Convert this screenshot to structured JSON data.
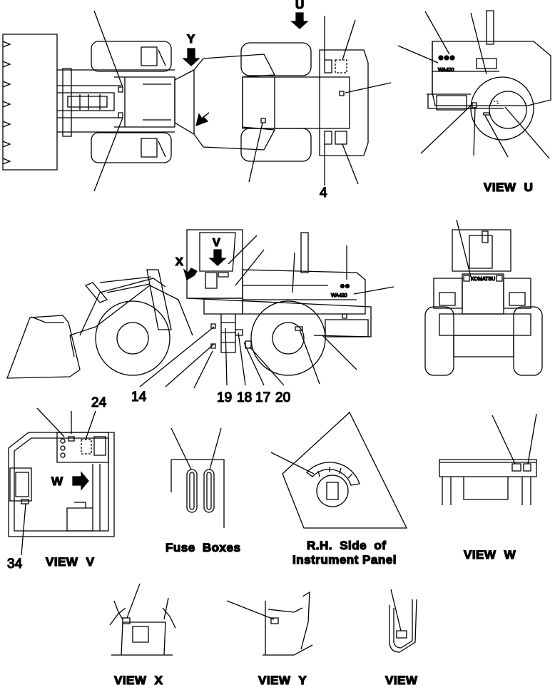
{
  "title": "",
  "direction_markers": {
    "u": "U",
    "y": "Y",
    "v": "V",
    "x": "X",
    "w": "W"
  },
  "callouts": {
    "n4": "4",
    "n14": "14",
    "n19": "19",
    "n18": "18",
    "n17": "17",
    "n20": "20",
    "n24": "24",
    "n34": "34"
  },
  "model_badge": "WA420",
  "brand_badge": "KOMATSU",
  "captions": {
    "view_u": "VIEW U",
    "view_v": "VIEW V",
    "view_w": "VIEW W",
    "view_x": "VIEW X",
    "view_y": "VIEW Y",
    "view_plain": "VIEW",
    "fuse_boxes": "Fuse Boxes",
    "instrument_line1": "R.H. Side of",
    "instrument_line2": "Instrument Panel"
  }
}
